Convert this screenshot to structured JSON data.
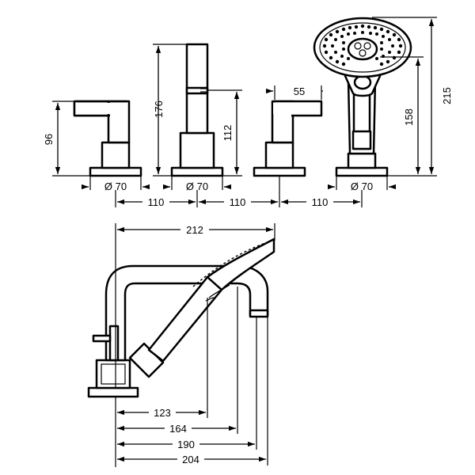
{
  "dimensions": {
    "lever_height": "96",
    "spout_height": "176",
    "spout_outlet_height": "112",
    "lever_length": "55",
    "shower_holder_height": "158",
    "shower_total_height": "215",
    "base_diameter_1": "Ø 70",
    "base_diameter_2": "Ø 70",
    "base_diameter_4": "Ø 70",
    "spacing_1": "110",
    "spacing_2": "110",
    "spacing_3": "110",
    "overall_depth": "212",
    "projection_1": "123",
    "projection_2": "164",
    "projection_3": "190",
    "projection_4": "204"
  }
}
